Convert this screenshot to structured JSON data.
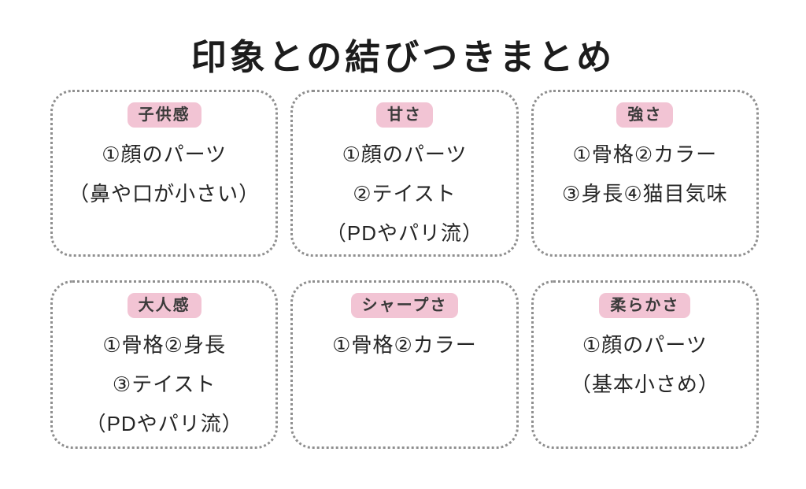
{
  "title": "印象との結びつきまとめ",
  "colors": {
    "background": "#ffffff",
    "badge_bg": "#f2c4d4",
    "badge_text": "#3a3a3a",
    "card_border": "#8f8f8f",
    "body_text": "#252525",
    "title_text": "#1c1c1c"
  },
  "cards": [
    {
      "label": "子供感",
      "lines": [
        "①顔のパーツ",
        "（鼻や口が小さい）"
      ]
    },
    {
      "label": "甘さ",
      "lines": [
        "①顔のパーツ",
        "②テイスト",
        "（PDやパリ流）"
      ]
    },
    {
      "label": "強さ",
      "lines": [
        "①骨格②カラー",
        "③身長④猫目気味"
      ]
    },
    {
      "label": "大人感",
      "lines": [
        "①骨格②身長",
        "③テイスト",
        "（PDやパリ流）"
      ]
    },
    {
      "label": "シャープさ",
      "lines": [
        "①骨格②カラー"
      ]
    },
    {
      "label": "柔らかさ",
      "lines": [
        "①顔のパーツ",
        "（基本小さめ）"
      ]
    }
  ]
}
